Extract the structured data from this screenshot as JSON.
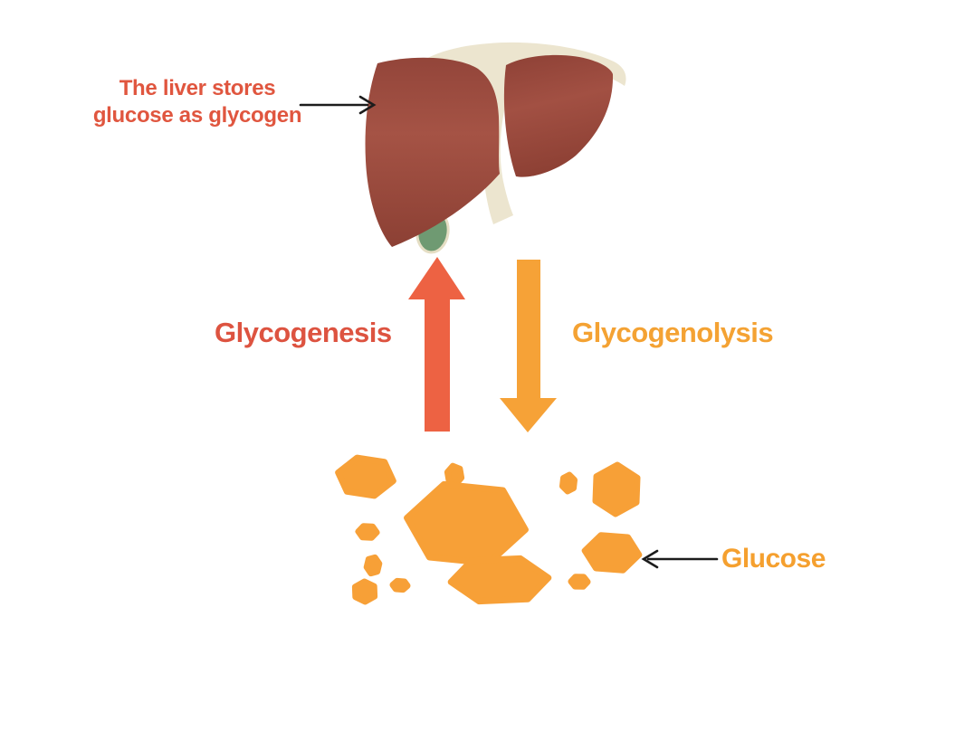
{
  "diagram": {
    "labels": {
      "liver_caption_line1": "The liver stores",
      "liver_caption_line2": "glucose as glycogen",
      "glycogenesis": "Glycogenesis",
      "glycogenolysis": "Glycogenolysis",
      "glucose": "Glucose"
    },
    "icons": {
      "liver": "liver-illustration",
      "gallbladder": "gallbladder",
      "up_arrow": "glycogenesis-up-arrow-icon",
      "down_arrow": "glycogenolysis-down-arrow-icon",
      "glucose_cluster": "glucose-hexagon-molecules",
      "annotation_arrows": "black-pointer-arrows"
    },
    "colors": {
      "background": "#ffffff",
      "liver_label_text": "#e0563f",
      "glycogenesis_text": "#dd5340",
      "glycogenesis_arrow": "#ed6243",
      "glycogenolysis_text": "#f4a233",
      "glycogenolysis_arrow": "#f6a237",
      "glucose_text": "#f5a02f",
      "glucose_hexagon": "#f7a037",
      "liver_body_dark": "#8e4236",
      "liver_body_mid": "#a35244",
      "liver_ligament": "#ece5cf",
      "gallbladder": "#6f9a72",
      "annotation_arrow": "#1c1c1c"
    }
  }
}
